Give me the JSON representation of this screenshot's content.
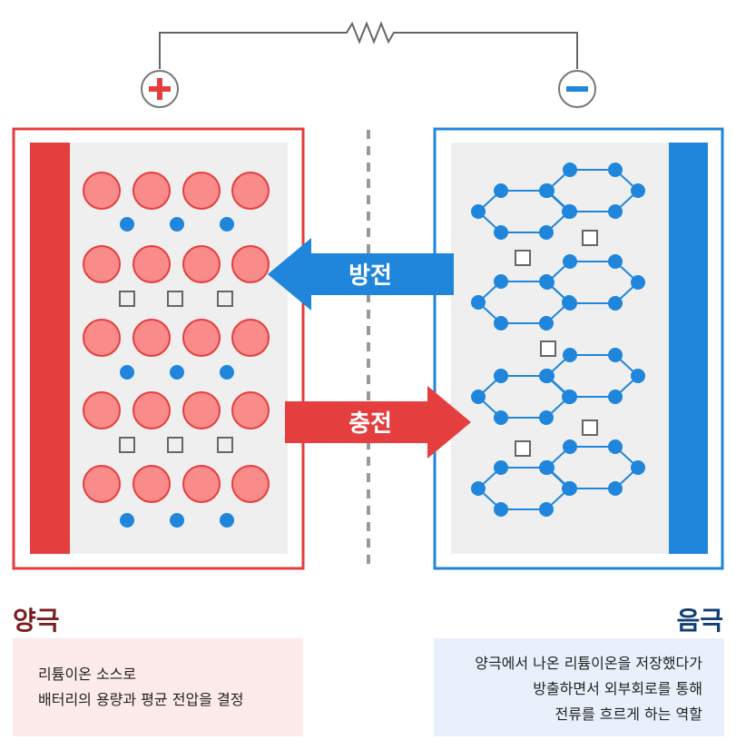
{
  "terminals": {
    "positive": "+",
    "negative": "−"
  },
  "arrows": {
    "discharge_label": "방전",
    "charge_label": "충전"
  },
  "cathode": {
    "title": "양극",
    "description": [
      "리튬이온 소스로",
      "배터리의 용량과 평균 전압을 결정"
    ]
  },
  "anode": {
    "title": "음극",
    "description": [
      "양극에서 나온 리튬이온을 저장했다가",
      "방출하면서 외부회로를 통해",
      "전류를 흐르게 하는 역할"
    ]
  },
  "colors": {
    "cathode": "#e53e3e",
    "cathode_particle": "#f98b8b",
    "anode": "#1f86dc",
    "chamber_bg": "#efefef",
    "wire": "#666666",
    "separator": "#999999"
  }
}
